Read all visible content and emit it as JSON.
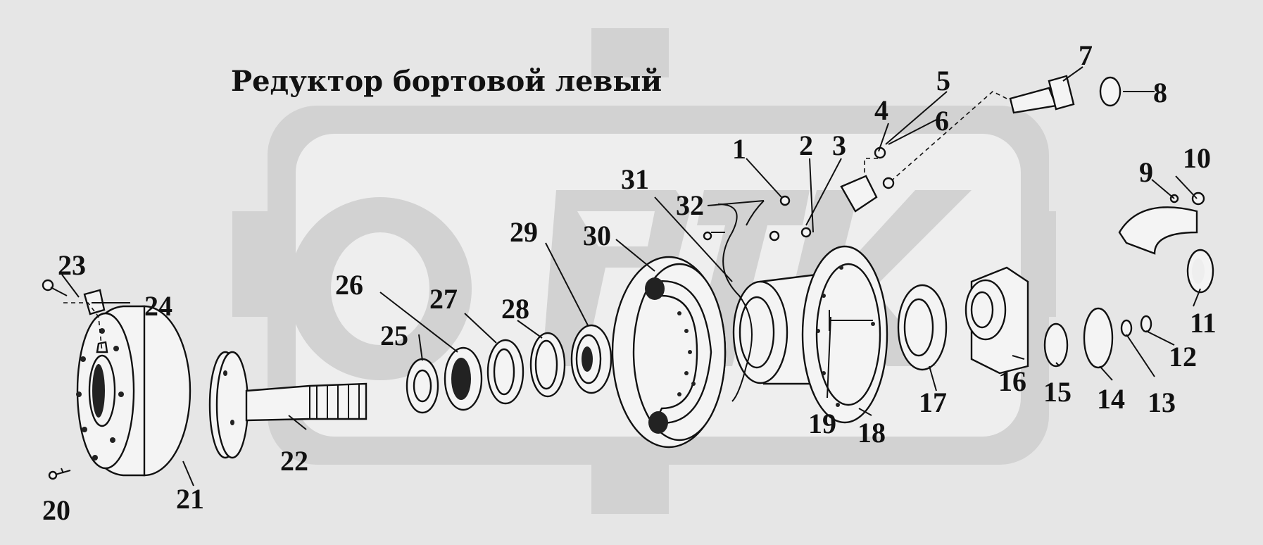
{
  "title": "Редуктор бортовой левый",
  "watermark": "ОРТК",
  "colors": {
    "background": "#e6e6e6",
    "watermark": "#d2d2d2",
    "ink": "#111111"
  },
  "callouts": [
    "1",
    "2",
    "3",
    "4",
    "5",
    "6",
    "7",
    "8",
    "9",
    "10",
    "11",
    "12",
    "13",
    "14",
    "15",
    "16",
    "17",
    "18",
    "19",
    "20",
    "21",
    "22",
    "23",
    "24",
    "25",
    "26",
    "27",
    "28",
    "29",
    "30",
    "31",
    "32"
  ]
}
